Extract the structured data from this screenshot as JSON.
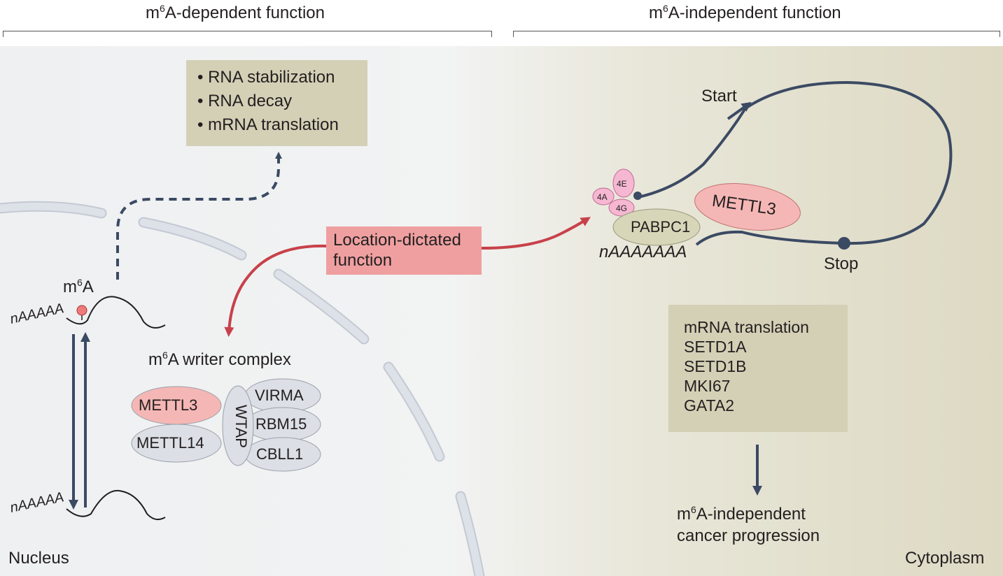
{
  "headers": {
    "left": {
      "pre": "m",
      "sup": "6",
      "post": "A-dependent function"
    },
    "right": {
      "pre": "m",
      "sup": "6",
      "post": "A-independent function"
    }
  },
  "dependent_outcomes": [
    "RNA stabilization",
    "RNA decay",
    "mRNA translation"
  ],
  "m6a_label": {
    "pre": "m",
    "sup": "6",
    "post": "A"
  },
  "polyA_short": "nAAAAA",
  "writer_complex": {
    "title": {
      "pre": "m",
      "sup": "6",
      "post": "A writer complex"
    },
    "subunits": [
      "METTL3",
      "METTL14",
      "WTAP",
      "VIRMA",
      "RBM15",
      "CBLL1"
    ]
  },
  "location_box": "Location-dictated function",
  "translation_loop": {
    "start": "Start",
    "stop": "Stop",
    "factors": [
      "4E",
      "4A",
      "4G"
    ],
    "pabpc1": "PABPC1",
    "mettl3": "METTL3",
    "polyA_long": "nAAAAAAA"
  },
  "independent_targets": [
    "mRNA translation",
    "SETD1A",
    "SETD1B",
    "MKI67",
    "GATA2"
  ],
  "outcome": {
    "pre": "m",
    "sup": "6",
    "line1_post": "A-independent",
    "line2": "cancer progression"
  },
  "compartments": {
    "nucleus": "Nucleus",
    "cytoplasm": "Cytoplasm"
  },
  "colors": {
    "navy": "#3b4a63",
    "red_arrow": "#c8414a",
    "pink_box": "#ef9fa0",
    "tan_box": "#d4d0b6",
    "grey_ellipse": "#dcdfe5",
    "pink_ellipse": "#f5b7b5",
    "membrane": "#d6dae2"
  }
}
